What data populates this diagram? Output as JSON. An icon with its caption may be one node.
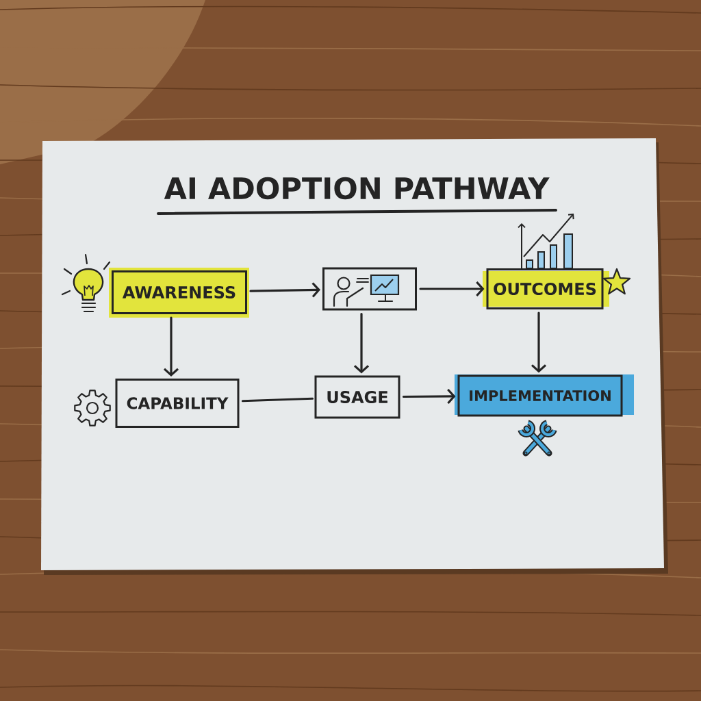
{
  "diagram": {
    "title": "AI ADOPTION PATHWAY",
    "nodes": [
      {
        "text": [
          "AWARENESS"
        ]
      },
      {
        "text": [],
        "shape": "picture"
      },
      {
        "text": [
          "OUTCOMES"
        ]
      },
      {
        "text": [
          "CAPABILITY"
        ]
      },
      {
        "text": [
          "USAGE"
        ]
      },
      {
        "text": [
          "IMPLEMENTATION"
        ]
      }
    ],
    "edges": [
      {
        "from": 0,
        "to": 1,
        "arrow": "to"
      },
      {
        "from": 1,
        "to": 2,
        "arrow": "to"
      },
      {
        "from": 0,
        "to": 3,
        "arrow": "to"
      },
      {
        "from": 1,
        "to": 4,
        "arrow": "to"
      },
      {
        "from": 2,
        "to": 5,
        "arrow": "to"
      },
      {
        "from": 3,
        "to": 4,
        "arrow": "none"
      },
      {
        "from": 4,
        "to": 5,
        "arrow": "to"
      }
    ]
  }
}
